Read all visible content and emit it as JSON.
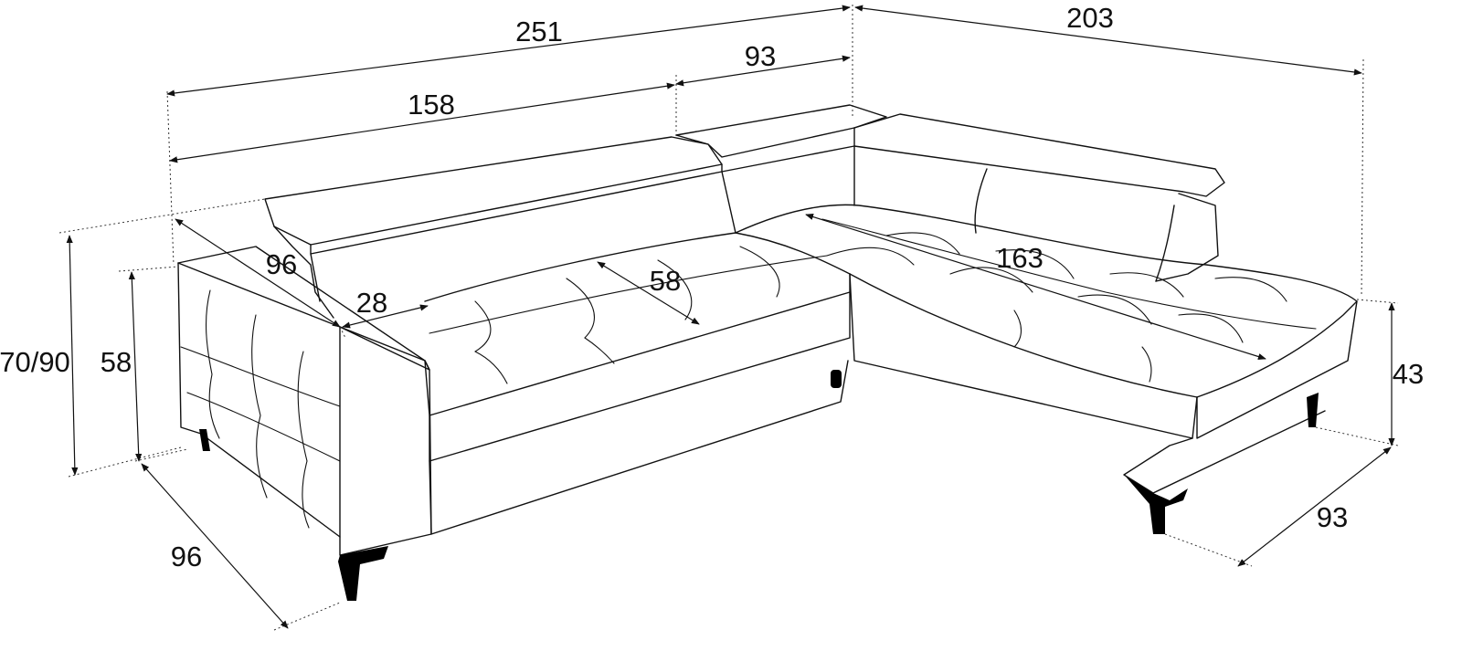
{
  "diagram": {
    "product": "corner sofa",
    "dimension_labels": {
      "total_width": "251",
      "chaise_length": "203",
      "left_section": "158",
      "corner_section": "93",
      "height": "70/90",
      "armrest_height": "58",
      "seat_height": "43",
      "depth_left": "96",
      "armrest_depth": "96",
      "armrest_width": "28",
      "seat_depth": "58",
      "chaise_seat_length": "163",
      "chaise_width": "93"
    },
    "colors": {
      "line": "#111111",
      "legs": "#000000",
      "background": "#ffffff"
    }
  }
}
